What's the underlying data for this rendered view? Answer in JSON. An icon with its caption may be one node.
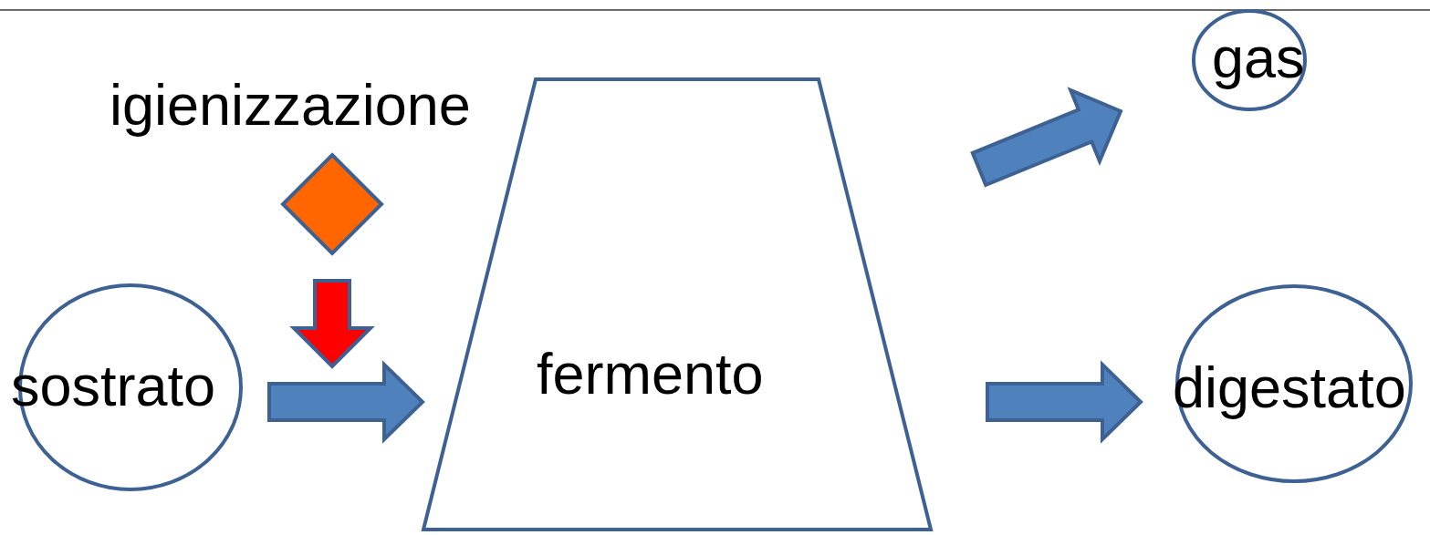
{
  "diagram": {
    "nodes": [
      {
        "text": [
          "igienizzazione"
        ]
      },
      {
        "text": [
          "sostrato"
        ]
      },
      {
        "text": [
          "fermento"
        ]
      },
      {
        "text": [
          "gas"
        ]
      },
      {
        "text": [
          "digestato"
        ]
      }
    ],
    "edges": [
      {
        "from": 0,
        "to": null,
        "arrow": "to",
        "color": "#ff0000"
      },
      {
        "from": 1,
        "to": 2,
        "arrow": "to"
      },
      {
        "from": 2,
        "to": 3,
        "arrow": "to"
      },
      {
        "from": 2,
        "to": 4,
        "arrow": "to"
      }
    ]
  }
}
